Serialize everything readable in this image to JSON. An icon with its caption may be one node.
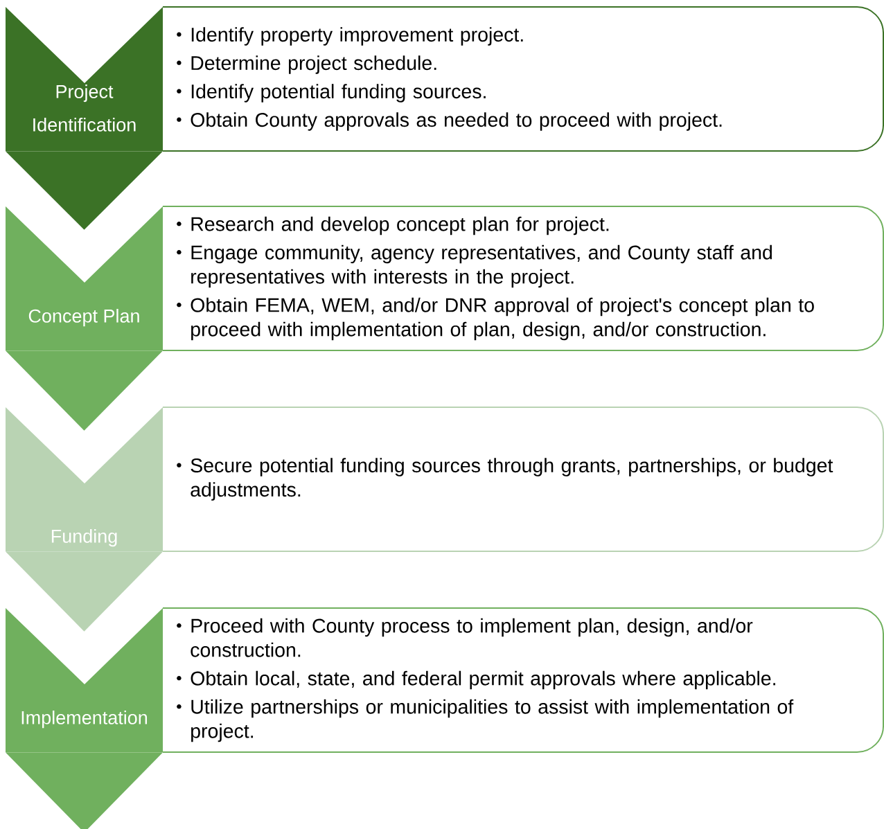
{
  "diagram": {
    "nodes": [
      {
        "text": [
          "Project Identification"
        ]
      },
      {
        "text": [
          "Identify property improvement project.",
          "Determine project schedule.",
          "Identify potential funding sources.",
          "Obtain County approvals as needed to proceed with project."
        ]
      },
      {
        "text": [
          "Concept Plan"
        ]
      },
      {
        "text": [
          "Research and develop concept plan for project.",
          "Engage community, agency representatives, and County staff and representatives with interests in the project.",
          "Obtain FEMA, WEM, and/or DNR approval of project's concept plan to proceed with implementation of plan, design, and/or construction."
        ]
      },
      {
        "text": [
          "Funding"
        ]
      },
      {
        "text": [
          "Secure potential funding sources through grants, partnerships, or budget adjustments."
        ]
      },
      {
        "text": [
          "Implementation"
        ]
      },
      {
        "text": [
          "Proceed with County process to implement plan, design, and/or construction.",
          "Obtain local, state, and federal permit approvals where applicable.",
          "Utilize partnerships or municipalities to assist with implementation of project."
        ]
      }
    ],
    "edges": [
      {
        "from": 0,
        "to": 2,
        "arrow": "to"
      },
      {
        "from": 2,
        "to": 4,
        "arrow": "to"
      },
      {
        "from": 4,
        "to": 6,
        "arrow": "to"
      },
      {
        "from": 6,
        "to": null,
        "arrow": "to"
      }
    ]
  }
}
